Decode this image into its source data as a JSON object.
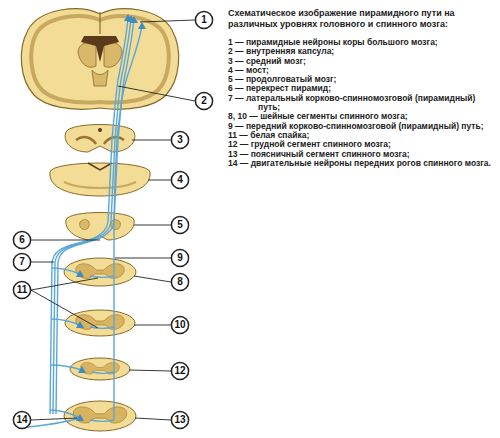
{
  "diagram": {
    "title": "Схематическое изображение пирамидного пути на различных уровнях головного и спинного мозга:",
    "nodes": [
      {
        "text": [
          "1"
        ]
      },
      {
        "text": [
          "2"
        ]
      },
      {
        "text": [
          "3"
        ]
      },
      {
        "text": [
          "4"
        ]
      },
      {
        "text": [
          "5"
        ]
      },
      {
        "text": [
          "6"
        ]
      },
      {
        "text": [
          "7"
        ]
      },
      {
        "text": [
          "8"
        ]
      },
      {
        "text": [
          "9"
        ]
      },
      {
        "text": [
          "10"
        ]
      },
      {
        "text": [
          "11"
        ]
      },
      {
        "text": [
          "12"
        ]
      },
      {
        "text": [
          "13"
        ]
      },
      {
        "text": [
          "14"
        ]
      }
    ],
    "labels": [
      "1 — пирамидные нейроны коры большого мозга;",
      "2 — внутренняя капсула;",
      "3 — средний мозг;",
      "4 — мост;",
      "5 — продолговатый мозг;",
      "6 — перекрест пирамид;",
      "7 — латеральный корково-спинномозговой (пирамидный) путь;",
      "8, 10 — шейные сегменты спинного мозга;",
      "9 — передний корково-спинномозговой (пирамидный) путь;",
      "11 — белая спайка;",
      "12 — грудной сегмент спинного мозга;",
      "13 — поясничный сегмент спинного мозга;",
      "14 — двигательные нейроны передних рогов спинного мозга."
    ]
  }
}
